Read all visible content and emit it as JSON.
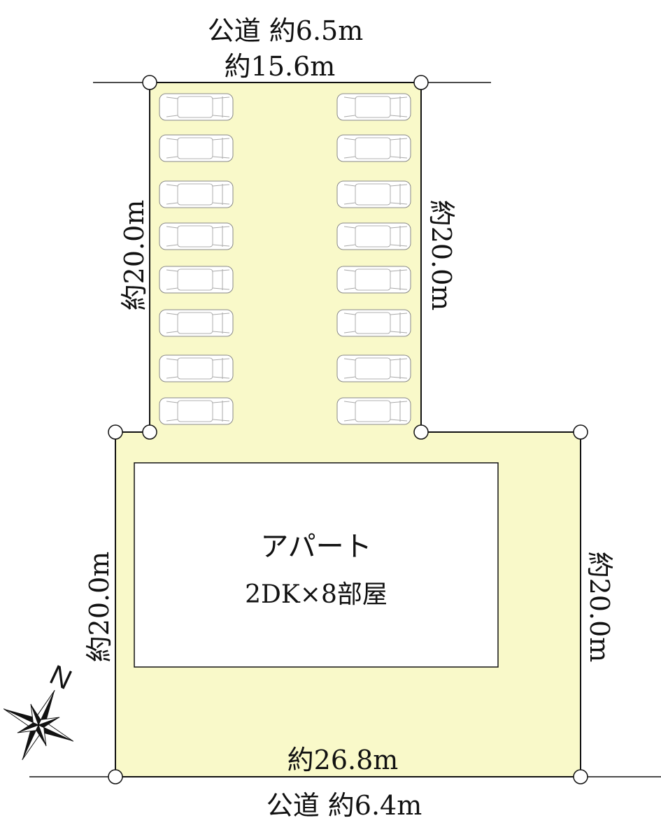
{
  "top_road": "公道  約6.5m",
  "top_width": "約15.6m",
  "upper_left_depth": "約20.0m",
  "upper_right_depth": "約20.0m",
  "lower_left_depth": "約20.0m",
  "lower_right_depth": "約20.0m",
  "bottom_width": "約26.8m",
  "bottom_road": "公道  約6.4m",
  "building": {
    "name": "アパート",
    "units": "2DK×8部屋"
  },
  "compass_label": "N",
  "parking": {
    "left_count": 8,
    "right_count": 8
  },
  "colors": {
    "lot_fill": "#f9f9c9",
    "line": "#111111"
  }
}
